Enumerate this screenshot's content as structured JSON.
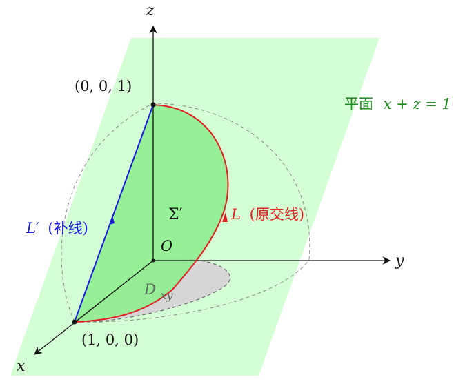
{
  "axes": {
    "x": "x",
    "y": "y",
    "z": "z",
    "origin": "O"
  },
  "points": {
    "top": "(0, 0, 1)",
    "bottom": "(1, 0, 0)"
  },
  "plane": {
    "prefix": "平面",
    "equation": "x + z = 1"
  },
  "curve_L": {
    "symbol": "L",
    "note": "(原交线)"
  },
  "line_L_prime": {
    "symbol": "L′",
    "note": "(补线)"
  },
  "surface": {
    "symbol": "Σ′"
  },
  "region": {
    "symbol": "D",
    "subscript": "xy"
  },
  "colors": {
    "plane_fill": "#ccffcc",
    "surface_fill": "#8fef8f",
    "curve_L": "#e02020",
    "line_L_prime": "#1a1ae0",
    "plane_label": "#1f8a1f",
    "region_fill": "#d6d6d6",
    "axis": "#111111"
  }
}
